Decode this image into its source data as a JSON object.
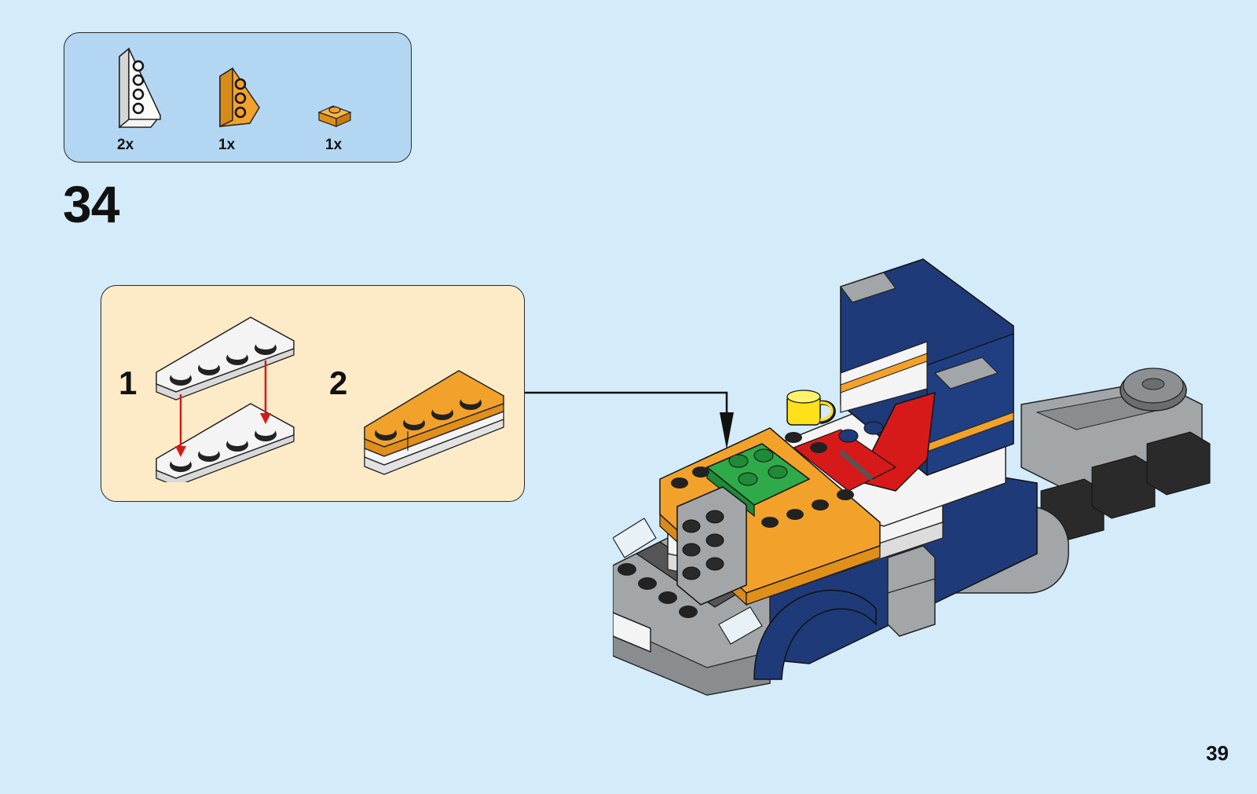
{
  "parts_list": {
    "items": [
      {
        "qty": "2x",
        "color": "#f2f2f2",
        "icon": "white-wedge-plate-icon"
      },
      {
        "qty": "1x",
        "color": "#f2a22a",
        "icon": "orange-wedge-plate-icon"
      },
      {
        "qty": "1x",
        "color": "#f2a22a",
        "icon": "orange-plate-1x1-icon"
      }
    ]
  },
  "step": {
    "number": "34"
  },
  "sub_steps": [
    {
      "label": "1"
    },
    {
      "label": "2"
    }
  ],
  "colors": {
    "page_background": "#d4ebfa",
    "parts_box": "#b3d7f2",
    "sub_box": "#fdebc8",
    "navy": "#1f3a78",
    "orange": "#f2a22a",
    "red": "#d61a1a",
    "green": "#2faa4a",
    "yellow": "#ffe01a",
    "grey": "#a3a6a8",
    "dark": "#2a2a2a"
  },
  "page_number": "39"
}
